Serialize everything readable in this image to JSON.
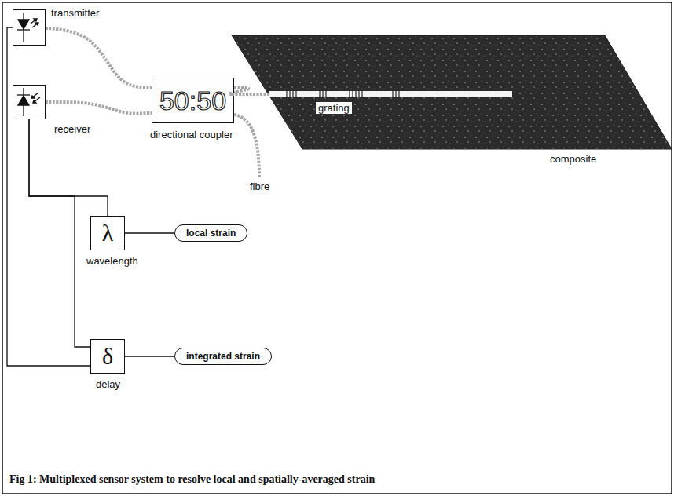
{
  "diagram": {
    "caption": "Fig 1: Multiplexed sensor system to resolve local and spatially-averaged strain",
    "nodes": [
      {
        "text": [
          "transmitter"
        ]
      },
      {
        "text": [
          "50:50",
          "directional coupler"
        ]
      },
      {
        "text": [
          "composite"
        ]
      },
      {
        "text": [
          "receiver"
        ]
      },
      {
        "text": [
          "λ",
          "wavelength"
        ]
      },
      {
        "text": [
          "local strain"
        ]
      },
      {
        "text": [
          "δ",
          "delay"
        ]
      },
      {
        "text": [
          "integrated strain"
        ]
      }
    ],
    "edges": [
      {
        "from": 0,
        "to": 1,
        "arrow": "none"
      },
      {
        "from": 3,
        "to": 1,
        "arrow": "none"
      },
      {
        "from": 1,
        "to": 2,
        "arrow": "none"
      },
      {
        "from": 0,
        "to": 6,
        "arrow": "none"
      },
      {
        "from": 3,
        "to": 4,
        "arrow": "none"
      },
      {
        "from": 3,
        "to": 6,
        "arrow": "none"
      },
      {
        "from": 4,
        "to": 5,
        "arrow": "none"
      },
      {
        "from": 6,
        "to": 7,
        "arrow": "none"
      }
    ],
    "labels": [
      "grating",
      "fibre"
    ]
  }
}
